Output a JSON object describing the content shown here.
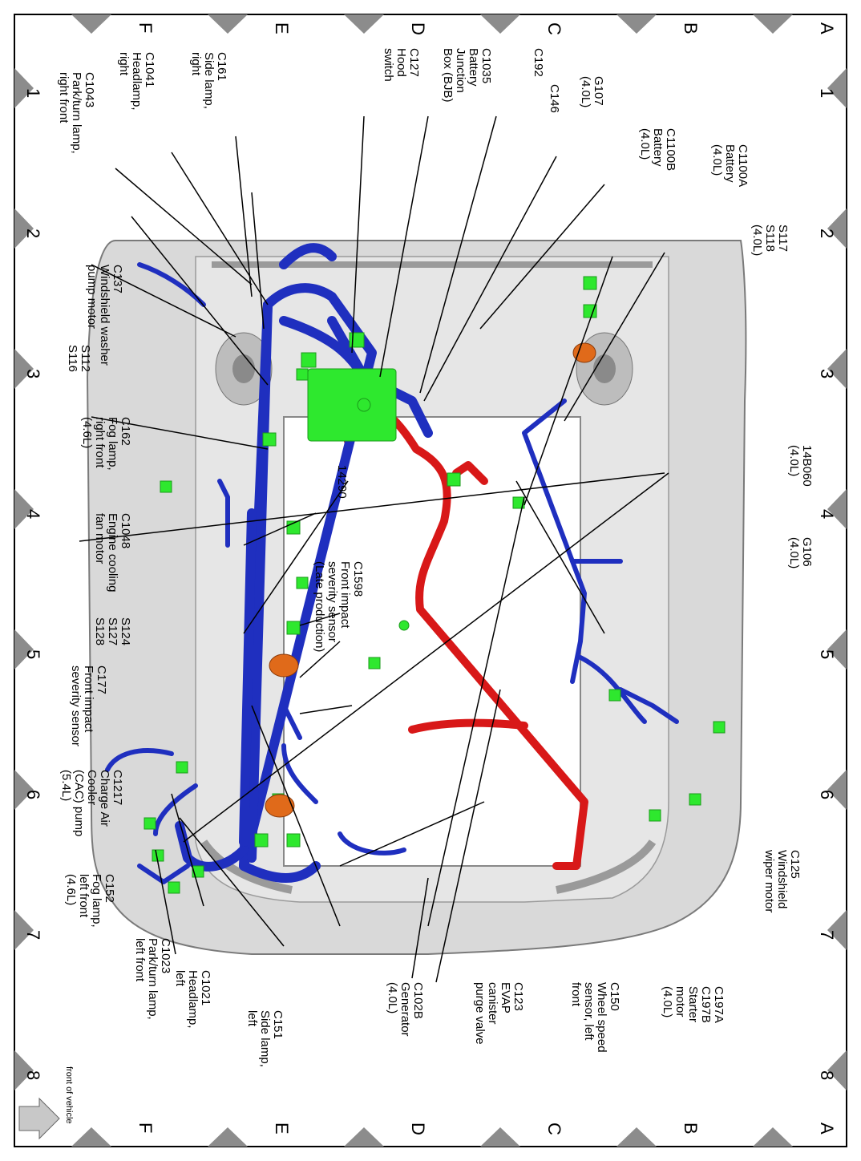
{
  "grid": {
    "rows": [
      "A",
      "B",
      "C",
      "D",
      "E",
      "F"
    ],
    "cols": [
      "1",
      "2",
      "3",
      "4",
      "5",
      "6",
      "7",
      "8"
    ]
  },
  "orientation_note": "front of vehicle",
  "colors": {
    "harness_blue": "#1f2fbf",
    "harness_red": "#d81818",
    "connector_green": "#2ee82e",
    "body_gray": "#c8c8c8",
    "border_gray": "#8c8c8c"
  },
  "labels": {
    "c127": "C127\nHood\nswitch",
    "c1035": "C1035\nBattery\nJunction\nBox (BJB)",
    "c192": "C192",
    "g107": "G107\n(4.0L)",
    "c146": "C146",
    "c1100a": "C1100A\nBattery\n(4.0L)",
    "c1100b": "C1100B\nBattery\n(4.0L)",
    "s117": "S117\nS118\n(4.0L)",
    "c161": "C161\nSide lamp,\nright",
    "c1041": "C1041\nHeadlamp,\nright",
    "c1043": "C1043\nPark/turn lamp,\nright front",
    "c137": "C137\nWindshield washer\npump motor",
    "s112": "S112\nS116",
    "c162": "C162\nFog lamp,\nright front\n(4.6L)",
    "c1048": "C1048\nEngine cooling\nfan motor",
    "h14290": "14290",
    "c1598": "C1598\nFront impact\nseverity sensor\n(Late production)",
    "h14b060": "14B060\n(4.0L)",
    "g106": "G106\n(4.0L)",
    "s124": "S124\nS127\nS128",
    "c177": "C177\nFront impact\nseverity sensor",
    "c1217": "C1217\nCharge Air\nCooler\n(CAC) pump\n(5.4L)",
    "c152": "C152\nFog lamp,\nleft front\n(4.6L)",
    "c1023": "C1023\nPark/turn lamp,\nleft front",
    "c1021": "C1021\nHeadlamp,\nleft",
    "c151": "C151\nSide lamp,\nleft",
    "c102b": "C102B\nGenerator\n(4.0L)",
    "c123": "C123\nEVAP\ncanister\npurge valve",
    "c150": "C150\nWheel speed\nsensor, left\nfront",
    "c197a": "C197A\nC197B\nStarter\nmotor\n(4.0L)",
    "c125": "C125\nWindshield\nwiper motor"
  }
}
